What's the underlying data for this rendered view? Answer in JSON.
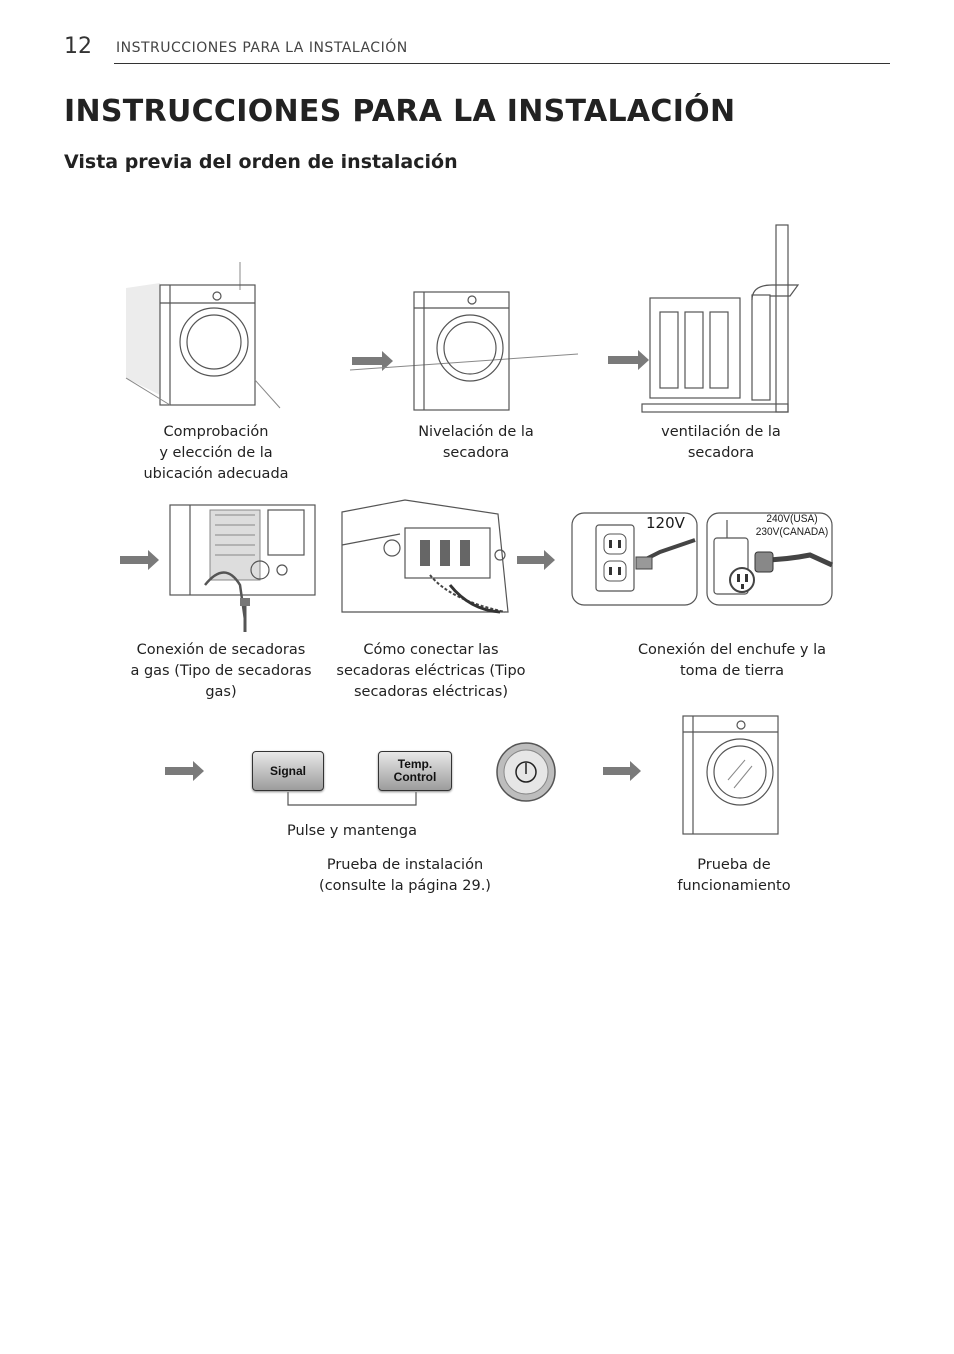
{
  "header": {
    "page_number": "12",
    "section_label": "INSTRUCCIONES PARA LA INSTALACIÓN"
  },
  "title": "INSTRUCCIONES PARA LA INSTALACIÓN",
  "subtitle": "Vista previa del orden de instalación",
  "steps": {
    "location": {
      "l1": "Comprobación",
      "l2": "y elección de la",
      "l3": "ubicación adecuada"
    },
    "leveling": {
      "l1": "Nivelación de la",
      "l2": "secadora"
    },
    "venting": {
      "l1": "ventilación de la",
      "l2": "secadora"
    },
    "gas": {
      "l1": "Conexión de secadoras",
      "l2": "a gas (Tipo de secadoras",
      "l3": "gas)"
    },
    "electric": {
      "l1": "Cómo conectar las",
      "l2": "secadoras eléctricas (Tipo",
      "l3": "secadoras eléctricas)"
    },
    "plug": {
      "l1": "Conexión del enchufe y la",
      "l2": "toma de tierra",
      "label_120": "120V",
      "label_240": "240V(USA)",
      "label_230": "230V(CANADA)"
    },
    "test": {
      "press_hold": "Pulse y mantenga",
      "signal_btn": "Signal",
      "temp_btn_l1": "Temp.",
      "temp_btn_l2": "Control",
      "l1": "Prueba de instalación",
      "l2": "(consulte la página 29.)"
    },
    "operation": {
      "l1": "Prueba de",
      "l2": "funcionamiento"
    }
  }
}
